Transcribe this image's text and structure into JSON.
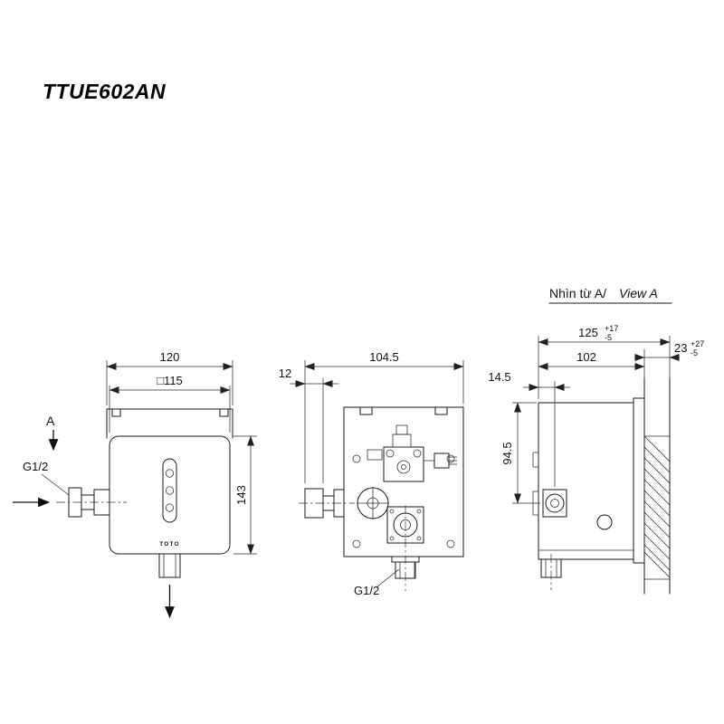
{
  "title": "TTUE602AN",
  "front_view": {
    "dim_width": "120",
    "dim_face": "□115",
    "dim_height": "143",
    "view_label": "A",
    "inlet_label": "G1/2",
    "brand": "TOTO"
  },
  "side_view": {
    "dim_depth": "104.5",
    "dim_offset": "12",
    "outlet_label": "G1/2"
  },
  "view_a": {
    "title_vi": "Nhìn từ A/",
    "title_en": "View A",
    "dim_overall": "125",
    "dim_overall_tol_upper": "+17",
    "dim_overall_tol_lower": "-5",
    "dim_body": "102",
    "dim_wall": "23",
    "dim_wall_tol_upper": "+27",
    "dim_wall_tol_lower": "-5",
    "dim_inlet_offset": "14.5",
    "dim_inlet_height": "94.5"
  }
}
